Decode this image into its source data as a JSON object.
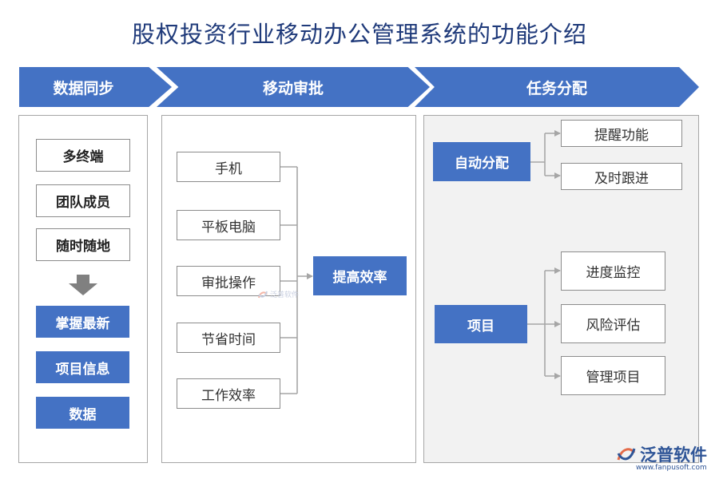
{
  "title": "股权投资行业移动办公管理系统的功能介绍",
  "chevrons": [
    "数据同步",
    "移动审批",
    "任务分配"
  ],
  "col1": {
    "top_items": [
      "多终端",
      "团队成员",
      "随时随地"
    ],
    "bottom_items": [
      "掌握最新",
      "项目信息",
      "数据"
    ]
  },
  "col2": {
    "left_items": [
      "手机",
      "平板电脑",
      "审批操作",
      "节省时间",
      "工作效率"
    ],
    "target": "提高效率"
  },
  "col3": {
    "auto": {
      "label": "自动分配",
      "children": [
        "提醒功能",
        "及时跟进"
      ]
    },
    "project": {
      "label": "项目",
      "children": [
        "进度监控",
        "风险评估",
        "管理项目"
      ]
    }
  },
  "watermark": {
    "small": "泛普软件",
    "brand": "泛普软件",
    "url": "www.fanpusoft.com"
  },
  "colors": {
    "accent": "#4472c4",
    "title": "#1f3a7a"
  }
}
